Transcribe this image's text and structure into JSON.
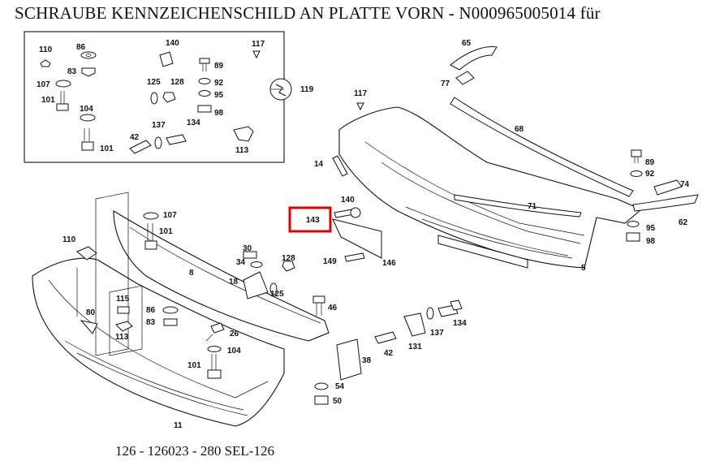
{
  "title": "SCHRAUBE KENNZEICHENSCHILD AN PLATTE VORN - N000965005014 für",
  "footer": "126 - 126023 - 280 SEL-126",
  "highlight_color": "#e00000",
  "highlighted_part": "143",
  "callouts": {
    "c110a": "110",
    "c86a": "86",
    "c83a": "83",
    "c107a": "107",
    "c101a": "101",
    "c104a": "104",
    "c101b": "101",
    "c42a": "42",
    "c137a": "137",
    "c134a": "134",
    "c140a": "140",
    "c125a": "125",
    "c128a": "128",
    "c89a": "89",
    "c92a": "92",
    "c95a": "95",
    "c98a": "98",
    "c117a": "117",
    "c113a": "113",
    "c119": "119",
    "c65": "65",
    "c77": "77",
    "c68": "68",
    "c117b": "117",
    "c14": "14",
    "c140b": "140",
    "c143": "143",
    "c71": "71",
    "c89b": "89",
    "c92b": "92",
    "c74": "74",
    "c62": "62",
    "c95b": "95",
    "c98b": "98",
    "c5": "5",
    "c149": "149",
    "c146": "146",
    "c107b": "107",
    "c101c": "101",
    "c110b": "110",
    "c8": "8",
    "c30": "30",
    "c34": "34",
    "c128b": "128",
    "c18": "18",
    "c125b": "125",
    "c46": "46",
    "c115": "115",
    "c86b": "86",
    "c83b": "83",
    "c80": "80",
    "c113b": "113",
    "c26": "26",
    "c104b": "104",
    "c101d": "101",
    "c11": "11",
    "c134b": "134",
    "c137b": "137",
    "c42b": "42",
    "c131": "131",
    "c38": "38",
    "c54": "54",
    "c50": "50"
  }
}
